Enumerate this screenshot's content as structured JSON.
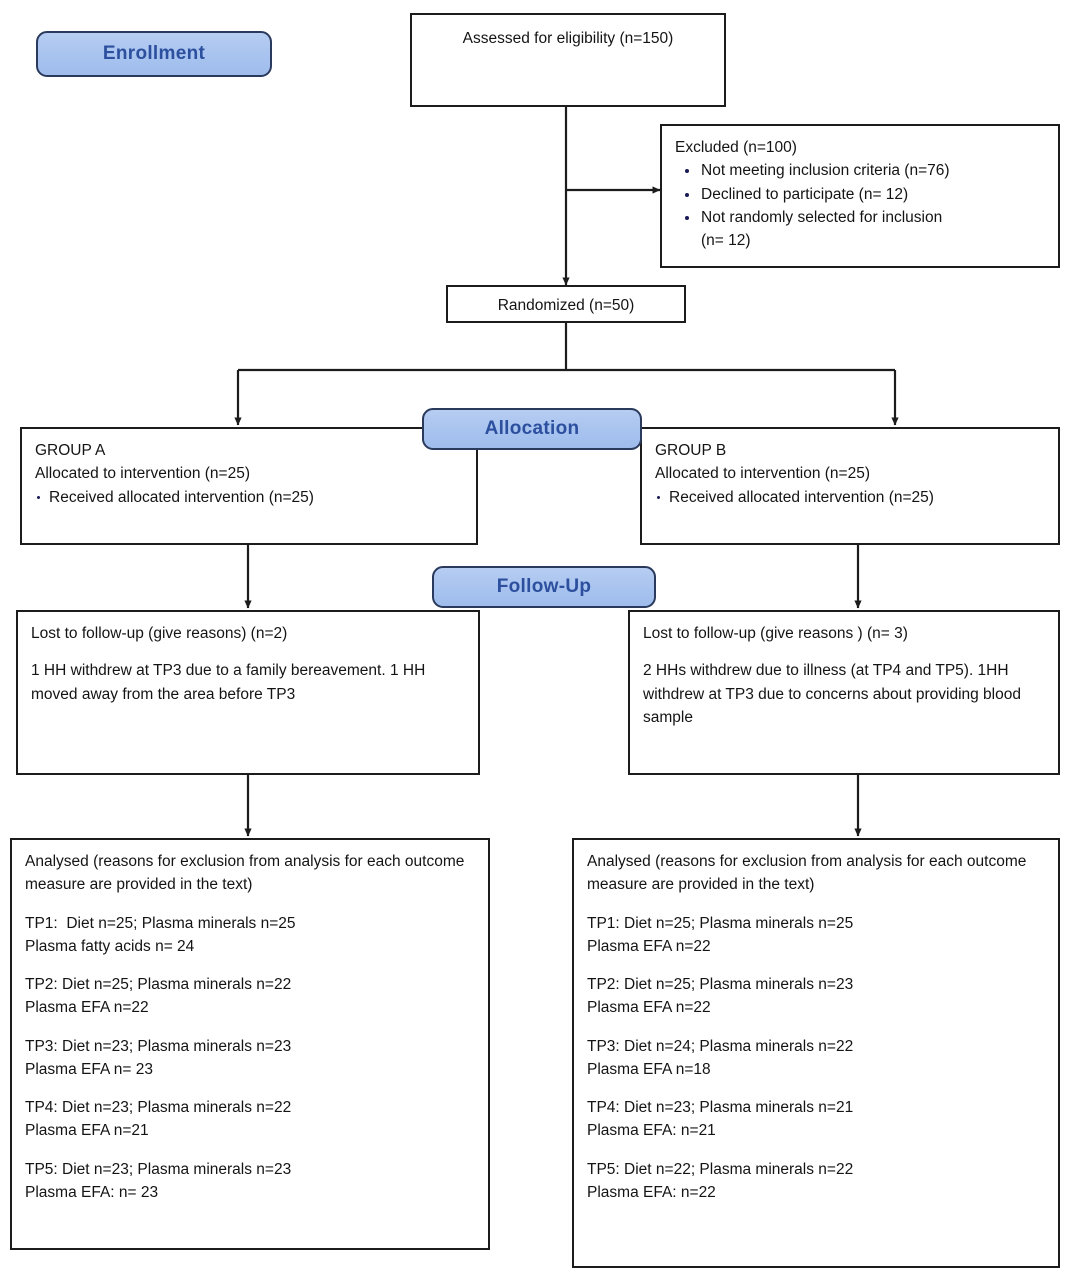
{
  "diagram": {
    "title": "CONSORT participant flow diagram",
    "accent_badge_fill": "#a9c4ef",
    "accent_badge_border": "#2a3a5c",
    "accent_badge_text": "#2c4f9e",
    "box_border": "#1c1c1c",
    "text_color": "#141414"
  },
  "stages": {
    "enrollment": "Enrollment",
    "allocation": "Allocation",
    "followup": "Follow-Up"
  },
  "enrollment": {
    "assessed": "Assessed for eligibility (n=150)",
    "excluded_title": "Excluded (n=100)",
    "excluded_reasons": [
      "Not meeting inclusion criteria (n=76)",
      "Declined to participate (n= 12)",
      "Not randomly selected for inclusion"
    ],
    "excluded_reason3_cont": "(n= 12)",
    "randomized": "Randomized (n=50)"
  },
  "allocation": {
    "left": {
      "group": "GROUP A",
      "allocated": "Allocated to intervention (n=25)",
      "received": "Received allocated intervention (n=25)"
    },
    "right": {
      "group": "GROUP B",
      "allocated": "Allocated to intervention (n=25)",
      "received": "Received allocated intervention (n=25)"
    }
  },
  "followup": {
    "left": {
      "heading": "Lost to follow-up (give reasons) (n=2)",
      "detail": "1 HH withdrew at TP3 due to a family bereavement. 1 HH moved away from the area before TP3"
    },
    "right": {
      "heading": "Lost to follow-up (give reasons ) (n= 3)",
      "detail": "2 HHs withdrew due to illness (at TP4 and TP5). 1HH withdrew at TP3 due to concerns about providing blood sample"
    }
  },
  "analysis": {
    "left": {
      "heading": "Analysed (reasons for exclusion from analysis for each outcome measure are provided in the text)",
      "timepoints": [
        {
          "line1": "TP1:  Diet n=25; Plasma minerals n=25",
          "line2": "Plasma fatty acids n= 24"
        },
        {
          "line1": "TP2: Diet n=25; Plasma minerals n=22",
          "line2": "Plasma EFA n=22"
        },
        {
          "line1": "TP3: Diet n=23; Plasma minerals n=23",
          "line2": "Plasma EFA n= 23"
        },
        {
          "line1": "TP4: Diet n=23; Plasma minerals n=22",
          "line2": "Plasma EFA n=21"
        },
        {
          "line1": "TP5: Diet n=23; Plasma minerals n=23",
          "line2": "Plasma EFA: n= 23"
        }
      ]
    },
    "right": {
      "heading": "Analysed (reasons for exclusion from analysis for each outcome measure are provided in the text)",
      "timepoints": [
        {
          "line1": "TP1: Diet n=25; Plasma minerals n=25",
          "line2": "Plasma EFA n=22"
        },
        {
          "line1": "TP2: Diet n=25; Plasma minerals n=23",
          "line2": "Plasma EFA n=22"
        },
        {
          "line1": "TP3: Diet n=24; Plasma minerals n=22",
          "line2": "Plasma EFA n=18"
        },
        {
          "line1": "TP4: Diet n=23; Plasma minerals n=21",
          "line2": "Plasma EFA: n=21"
        },
        {
          "line1": "TP5: Diet n=22; Plasma minerals n=22",
          "line2": "Plasma EFA: n=22"
        }
      ]
    }
  }
}
